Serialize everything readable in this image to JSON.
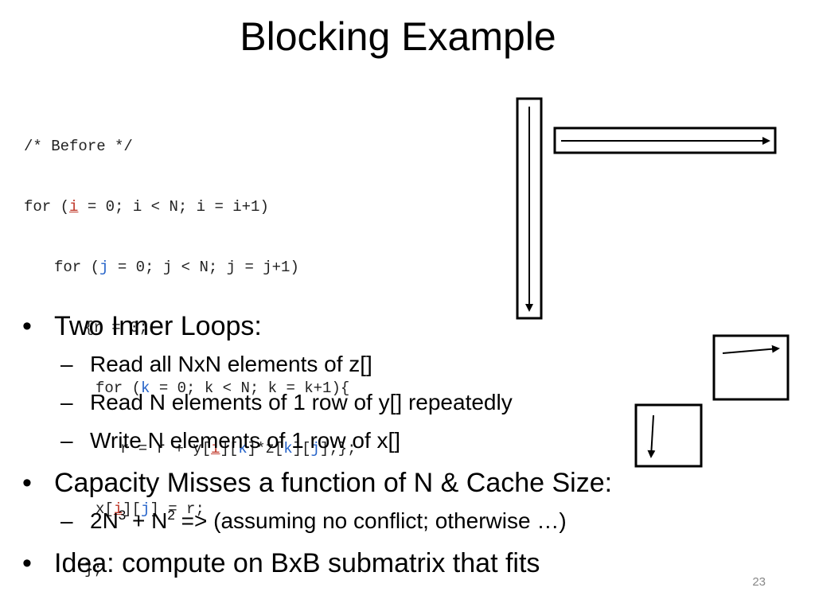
{
  "slide": {
    "title": "Blocking Example",
    "page_number": "23"
  },
  "code": {
    "comment": "/* Before */",
    "loop_i": {
      "pre": "for (",
      "var": "i",
      "post": " = 0; i < N; i = i+1)"
    },
    "loop_j": {
      "pre": "for (",
      "var": "j",
      "post": " = 0; j < N; j = j+1)"
    },
    "init_r": "{r = 0;",
    "loop_k": {
      "pre": "for (",
      "var": "k",
      "post": " = 0; k < N; k = k+1){"
    },
    "body": {
      "p1": "r = r + y[",
      "i": "i",
      "p2": "][",
      "k1": "k",
      "p3": "]*z[",
      "k2": "k",
      "p4": "][",
      "j": "j",
      "p5": "];};"
    },
    "assign": {
      "p1": "x[",
      "i": "i",
      "p2": "][",
      "j": "j",
      "p3": "] = r;"
    },
    "close": "};"
  },
  "bullets": {
    "bullet_glyph": "•",
    "dash_glyph": "–",
    "inner_loops": {
      "heading": "Two Inner Loops:",
      "items": [
        "Read all NxN elements of z[]",
        "Read N elements of 1 row of y[] repeatedly",
        "Write N elements of 1 row  of x[]"
      ]
    },
    "capacity": {
      "heading": "Capacity Misses a function of N & Cache Size:",
      "formula": {
        "part1": "2N",
        "exp1": "3",
        "part2": " + N",
        "exp2": "2",
        "part3": " => (assuming no conflict; otherwise …)"
      }
    },
    "idea": "Idea: compute on BxB submatrix that fits"
  },
  "colors": {
    "loop_var_i": "#c0392b",
    "loop_var_jk": "#2563c9",
    "text": "#000000",
    "page_number": "#888888"
  }
}
